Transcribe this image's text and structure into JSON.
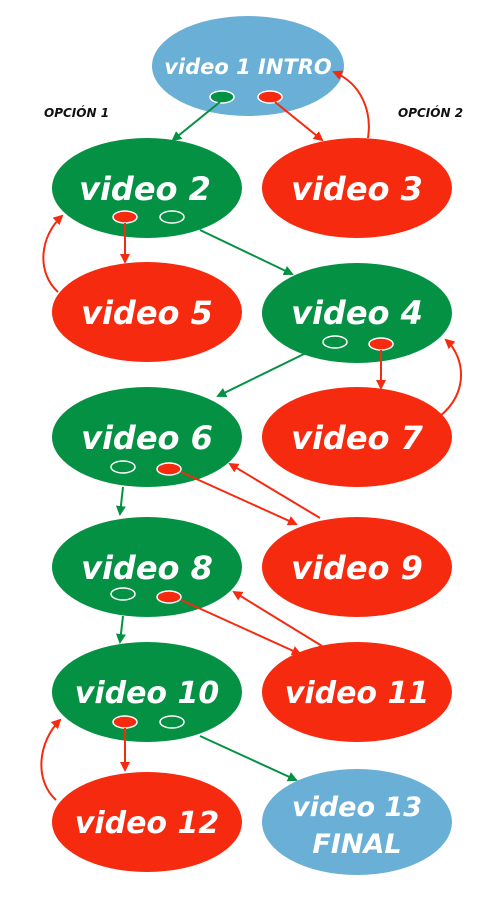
{
  "labels": {
    "option1": "OPCIÓN 1",
    "option2": "OPCIÓN 2"
  },
  "colors": {
    "green": "#059143",
    "red": "#f62a0f",
    "blue": "#6aafd6"
  },
  "nodes": {
    "v1": {
      "text": "video 1 INTRO"
    },
    "v2": {
      "text": "video 2"
    },
    "v3": {
      "text": "video 3"
    },
    "v4": {
      "text": "video 4"
    },
    "v5": {
      "text": "video 5"
    },
    "v6": {
      "text": "video 6"
    },
    "v7": {
      "text": "video 7"
    },
    "v8": {
      "text": "video 8"
    },
    "v9": {
      "text": "video 9"
    },
    "v10": {
      "text": "video 10"
    },
    "v11": {
      "text": "video 11"
    },
    "v12": {
      "text": "video 12"
    },
    "v13": {
      "line1": "video 13",
      "line2": "FINAL"
    }
  }
}
